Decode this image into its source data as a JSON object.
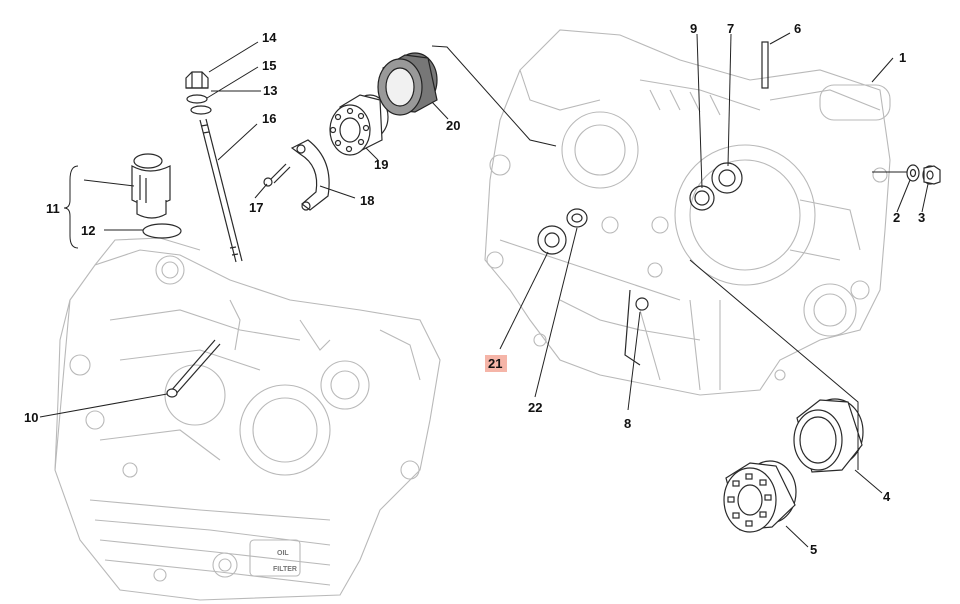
{
  "colors": {
    "highlight": "#f5b5a8",
    "line": "#222222",
    "faint": "#b9b9b9"
  },
  "callouts": {
    "c1": "1",
    "c2": "2",
    "c3": "3",
    "c4": "4",
    "c5": "5",
    "c6": "6",
    "c7": "7",
    "c8": "8",
    "c9": "9",
    "c10": "10",
    "c11": "11",
    "c12": "12",
    "c13": "13",
    "c14": "14",
    "c15": "15",
    "c16": "16",
    "c17": "17",
    "c18": "18",
    "c19": "19",
    "c20": "20",
    "c21": "21",
    "c22": "22"
  },
  "highlighted_callout": "21",
  "housing_text": {
    "oil": "OIL",
    "filter": "FILTER"
  }
}
